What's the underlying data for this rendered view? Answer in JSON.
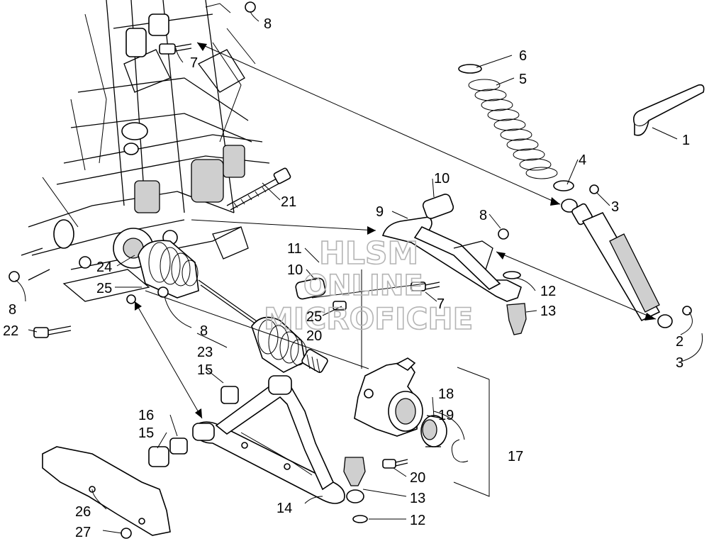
{
  "watermark": {
    "line1": "HLSM",
    "line2": "ONLINE",
    "line3": "MICROFICHE"
  },
  "callouts": [
    {
      "id": "c8a",
      "label": "8"
    },
    {
      "id": "c7a",
      "label": "7"
    },
    {
      "id": "c6",
      "label": "6"
    },
    {
      "id": "c5",
      "label": "5"
    },
    {
      "id": "c1",
      "label": "1"
    },
    {
      "id": "c4",
      "label": "4"
    },
    {
      "id": "c3a",
      "label": "3"
    },
    {
      "id": "c10a",
      "label": "10"
    },
    {
      "id": "c21",
      "label": "21"
    },
    {
      "id": "c9",
      "label": "9"
    },
    {
      "id": "c8b",
      "label": "8"
    },
    {
      "id": "c11",
      "label": "11"
    },
    {
      "id": "c10b",
      "label": "10"
    },
    {
      "id": "c24",
      "label": "24"
    },
    {
      "id": "c25a",
      "label": "25"
    },
    {
      "id": "c12a",
      "label": "12"
    },
    {
      "id": "c7b",
      "label": "7"
    },
    {
      "id": "c13a",
      "label": "13"
    },
    {
      "id": "c8c",
      "label": "8"
    },
    {
      "id": "c22",
      "label": "22"
    },
    {
      "id": "c25b",
      "label": "25"
    },
    {
      "id": "c20a",
      "label": "20"
    },
    {
      "id": "c8d",
      "label": "8"
    },
    {
      "id": "c23",
      "label": "23"
    },
    {
      "id": "c2",
      "label": "2"
    },
    {
      "id": "c3b",
      "label": "3"
    },
    {
      "id": "c15a",
      "label": "15"
    },
    {
      "id": "c18",
      "label": "18"
    },
    {
      "id": "c19",
      "label": "19"
    },
    {
      "id": "c16",
      "label": "16"
    },
    {
      "id": "c15b",
      "label": "15"
    },
    {
      "id": "c17",
      "label": "17"
    },
    {
      "id": "c20b",
      "label": "20"
    },
    {
      "id": "c13b",
      "label": "13"
    },
    {
      "id": "c14",
      "label": "14"
    },
    {
      "id": "c26",
      "label": "26"
    },
    {
      "id": "c12b",
      "label": "12"
    },
    {
      "id": "c27",
      "label": "27"
    }
  ]
}
